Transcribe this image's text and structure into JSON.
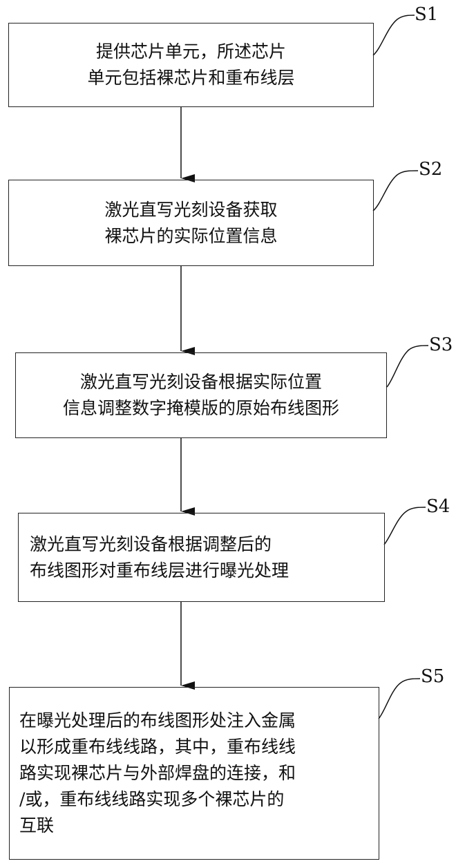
{
  "steps": [
    {
      "label": "S1",
      "lines": [
        "提供芯片单元，所述芯片",
        "单元包括裸芯片和重布线层"
      ]
    },
    {
      "label": "S2",
      "lines": [
        "激光直写光刻设备获取",
        "裸芯片的实际位置信息"
      ]
    },
    {
      "label": "S3",
      "lines": [
        "激光直写光刻设备根据实际位置",
        "信息调整数字掩模版的原始布线图形"
      ]
    },
    {
      "label": "S4",
      "lines": [
        "激光直写光刻设备根据调整后的",
        "布线图形对重布线层进行曝光处理"
      ]
    },
    {
      "label": "S5",
      "lines": [
        "在曝光处理后的布线图形处注入金属",
        "以形成重布线线路，其中，重布线线",
        "路实现裸芯片与外部焊盘的连接，和",
        "/或，重布线线路实现多个裸芯片的",
        "互联"
      ]
    }
  ]
}
